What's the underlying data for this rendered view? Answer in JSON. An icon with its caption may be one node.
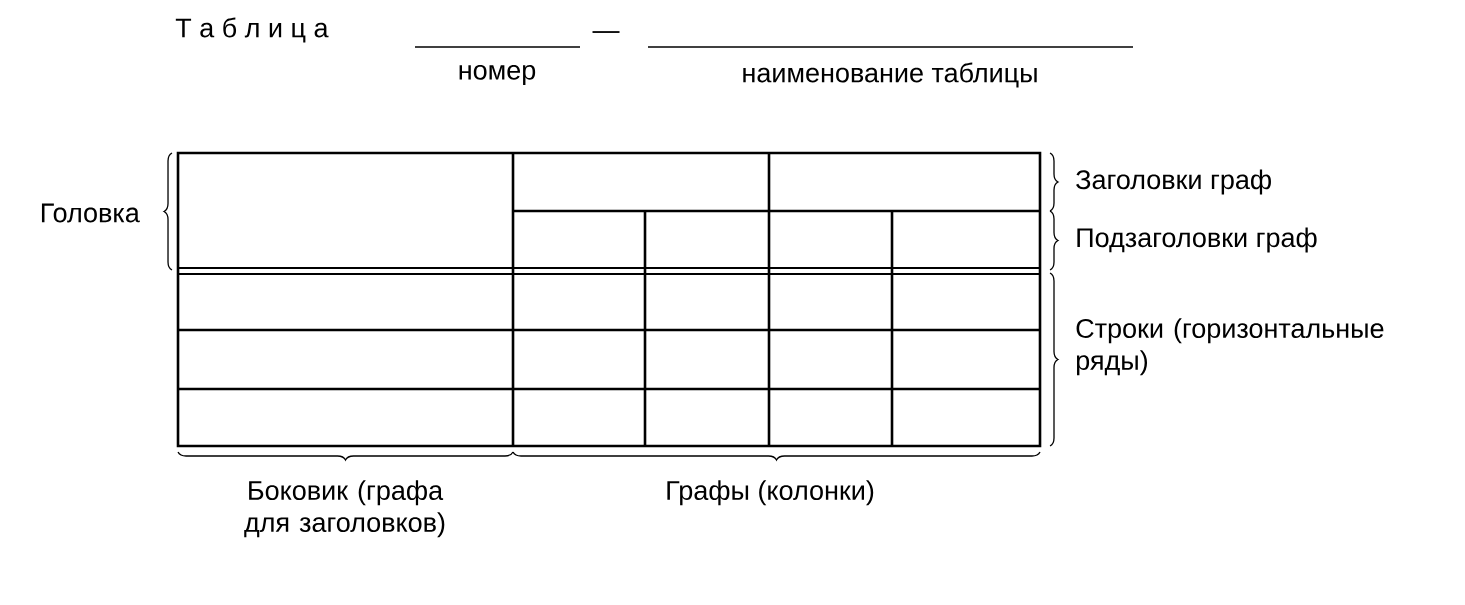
{
  "diagram": {
    "labels": [
      "Т а б л и ц а",
      "—",
      "номер",
      "наименование таблицы",
      "Головка",
      "Заголовки граф",
      "Подзаголовки граф",
      "Строки (горизонтальные ряды)",
      "Боковик (графа для заголовков)",
      "Графы (колонки)"
    ]
  }
}
